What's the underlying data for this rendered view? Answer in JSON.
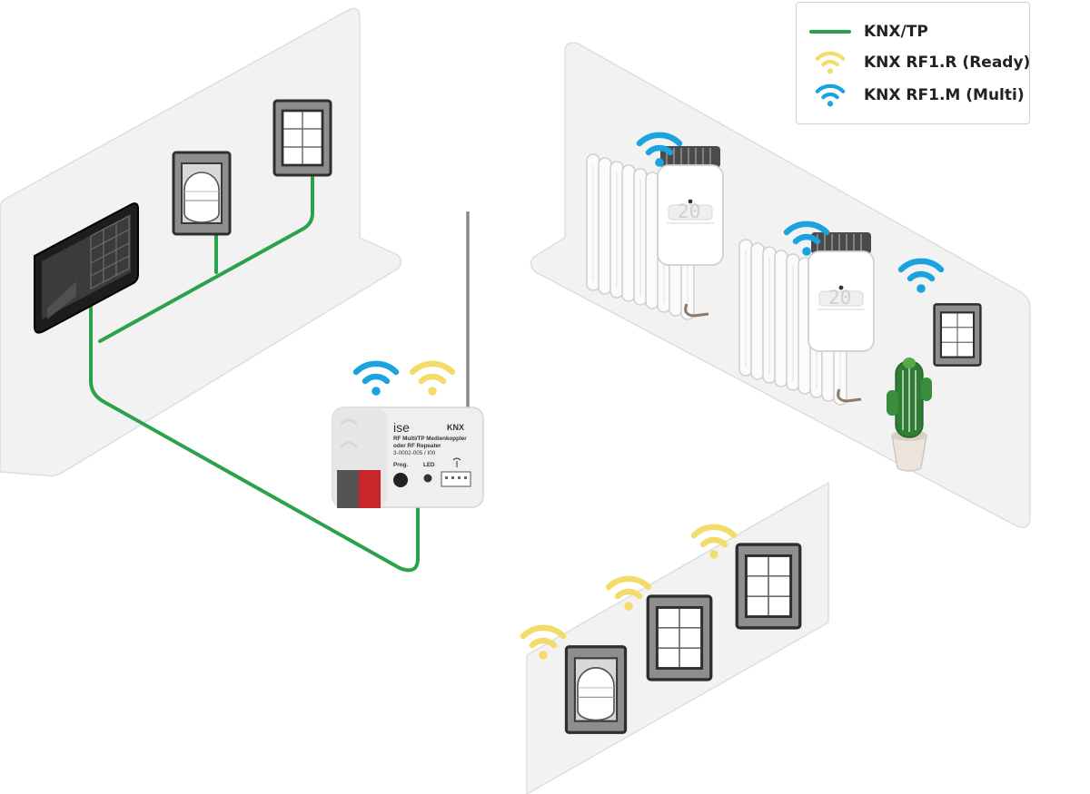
{
  "legend": {
    "items": [
      {
        "label": "KNX/TP",
        "symbol": "line",
        "color": "#2aa14a"
      },
      {
        "label": "KNX RF1.R (Ready)",
        "symbol": "wifi",
        "color": "#f3dc6a"
      },
      {
        "label": "KNX RF1.M (Multi)",
        "symbol": "wifi",
        "color": "#1aa3df"
      }
    ]
  },
  "coupler": {
    "brand": "ise",
    "knx_logo": "KNX",
    "title_line1": "RF Multi/TP Medienkoppler",
    "title_line2": "oder RF Repeater",
    "article": "3-0002-005 / I00",
    "prog_label": "Prog.",
    "led_label": "LED"
  },
  "thermostats": [
    {
      "display": "20"
    },
    {
      "display": "20"
    }
  ],
  "colors": {
    "wall": "#f2f2f2",
    "wall_edge": "#dedede",
    "tp_line": "#2aa14a",
    "rf_ready": "#f3dc6a",
    "rf_multi": "#1aa3df",
    "connector_red": "#c8262b"
  }
}
